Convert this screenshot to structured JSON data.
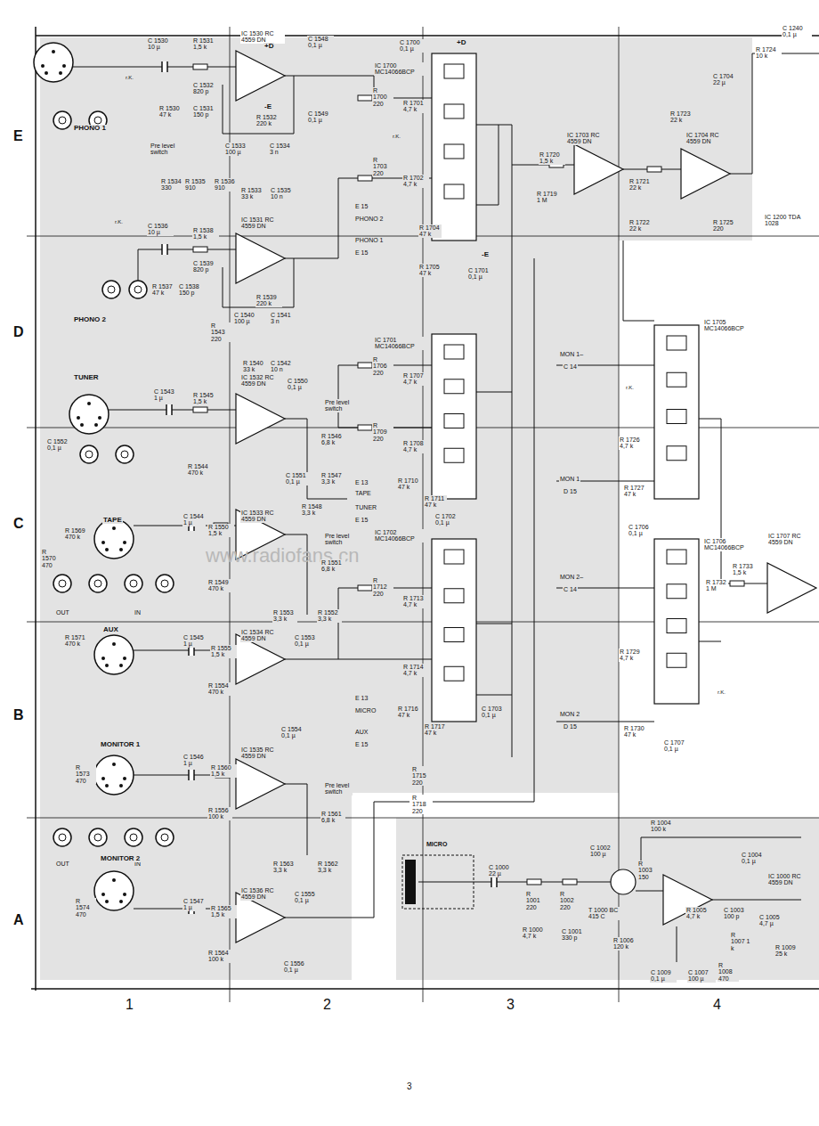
{
  "diagram": {
    "labels": [
      "E",
      "D",
      "C",
      "B",
      "A",
      "1",
      "2",
      "3",
      "4",
      "3",
      "PHONO 1",
      "C 1530 10 µ",
      "R 1531 1,5 k",
      "IC 1530 RC 4559 DN",
      "C 1548 0,1 µ",
      "C 1532 820 p",
      "C 1531 150 p",
      "R 1530 47 k",
      "C 1549 0,1 µ",
      "R 1532 220 k",
      "Pre level switch",
      "C 1533 100 µ",
      "C 1534 3 n",
      "R 1534 330",
      "R 1535 910",
      "R 1536 910",
      "R 1533 33 k",
      "C 1535 10 n",
      "C 1536 10 µ",
      "R 1538 1,5 k",
      "IC 1531 RC 4559 DN",
      "C 1539 820 p",
      "C 1538 150 p",
      "R 1537 47 k",
      "PHONO 2",
      "R 1539 220 k",
      "C 1540 100 µ",
      "C 1541 3 n",
      "R 1543 220",
      "R 1540 33 k",
      "C 1542 10 n",
      "TUNER",
      "C 1543 1 µ",
      "R 1545 1,5 k",
      "IC 1532 RC 4559 DN",
      "C 1550 0,1 µ",
      "Pre level switch",
      "C 1552 0,1 µ",
      "R 1544 470 k",
      "R 1546 6,8 k",
      "C 1551 0,1 µ",
      "R 1547 3,3 k",
      "R 1548 3,3 k",
      "TAPE",
      "R 1569 470 k",
      "R 1570 470",
      "C 1544 1 µ",
      "R 1550 1,5 k",
      "IC 1533 RC 4559 DN",
      "Pre level switch",
      "R 1549 470 k",
      "R 1551 6,8 k",
      "R 1553 3,3 k",
      "R 1552 3,3 k",
      "OUT",
      "IN",
      "AUX",
      "R 1571 470 k",
      "C 1545 1 µ",
      "R 1555 1,5 k",
      "IC 1534 RC 4559 DN",
      "C 1553 0,1 µ",
      "R 1554 470 k",
      "C 1554 0,1 µ",
      "MONITOR 1",
      "R 1573 470",
      "C 1546 1 µ",
      "R 1560 1,5 k",
      "IC 1535 RC 4559 DN",
      "Pre level switch",
      "R 1561 6,8 k",
      "R 1556 100 k",
      "R 1563 3,3 k",
      "R 1562 3,3 k",
      "OUT",
      "IN",
      "MONITOR 2",
      "R 1574 470",
      "C 1547 1 µ",
      "R 1565 1,5 k",
      "IC 1536 RC 4559 DN",
      "C 1555 0,1 µ",
      "R 1564 100 k",
      "C 1556 0,1 µ",
      "C 1700 0,1 µ",
      "IC 1700 MC14066BCP",
      "R 1700 220",
      "R 1701 4,7 k",
      "R 1703 220",
      "R 1702 4,7 k",
      "R 1704 47 k",
      "R 1705 47 k",
      "C 1701 0,1 µ",
      "E 15",
      "PHONO 2",
      "PHONO 1",
      "E 15",
      "R 1720 1,5 k",
      "R 1719 1 M",
      "IC 1703 RC 4559 DN",
      "R 1721 22 k",
      "R 1723 22 k",
      "IC 1704 RC 4559 DN",
      "R 1722 22 k",
      "R 1725 220",
      "C 1704 22 µ",
      "R 1724 10 k",
      "C 1240 0,1 µ",
      "IC 1200 TDA 1028",
      "IC 1701 MC14066BCP",
      "R 1706 220",
      "R 1707 4,7 k",
      "R 1709 220",
      "R 1708 4,7 k",
      "R 1710 47 k",
      "R 1711 47 k",
      "E 13",
      "TAPE",
      "TUNER",
      "E 15",
      "C 1702 0,1 µ",
      "IC 1702 MC14066BCP",
      "R 1712 220",
      "R 1713 4,7 k",
      "R 1714 4,7 k",
      "R 1716 47 k",
      "R 1717 47 k",
      "C 1703 0,1 µ",
      "E 13",
      "MICRO",
      "AUX",
      "E 15",
      "R 1715 220",
      "R 1718 220",
      "IC 1705 MC14066BCP",
      "MON 1–",
      "C 14",
      "R 1726 4,7 k",
      "MON 1",
      "D 15",
      "R 1727 47 k",
      "C 1706 0,1 µ",
      "IC 1706 MC14066BCP",
      "R 1732 1 M",
      "R 1733 1,5 k",
      "IC 1707 RC 4559 DN",
      "MON 2–",
      "C 14",
      "R 1729 4,7 k",
      "MON 2",
      "D 15",
      "R 1730 47 k",
      "C 1707 0,1 µ",
      "MICRO",
      "C 1000 22 µ",
      "R 1001 220",
      "R 1002 220",
      "R 1000 4,7 k",
      "C 1001 330 p",
      "T 1000 BC 415 C",
      "C 1002 100 µ",
      "R 1003 150",
      "R 1004 100 k",
      "C 1004 0,1 µ",
      "R 1006 120 k",
      "R 1005 4,7 k",
      "C 1003 100 p",
      "IC 1000 RC 4559 DN",
      "C 1005 4,7 µ",
      "R 1007 1 k",
      "R 1008 470",
      "R 1009 25 k",
      "C 1009 0,1 µ",
      "C 1007 100 µ",
      "www.radiofans.cn",
      "+D",
      "-E",
      "+D",
      "-E",
      "r.K.",
      "r.K.",
      "r.K.",
      "r.K.",
      "r.K."
    ]
  }
}
